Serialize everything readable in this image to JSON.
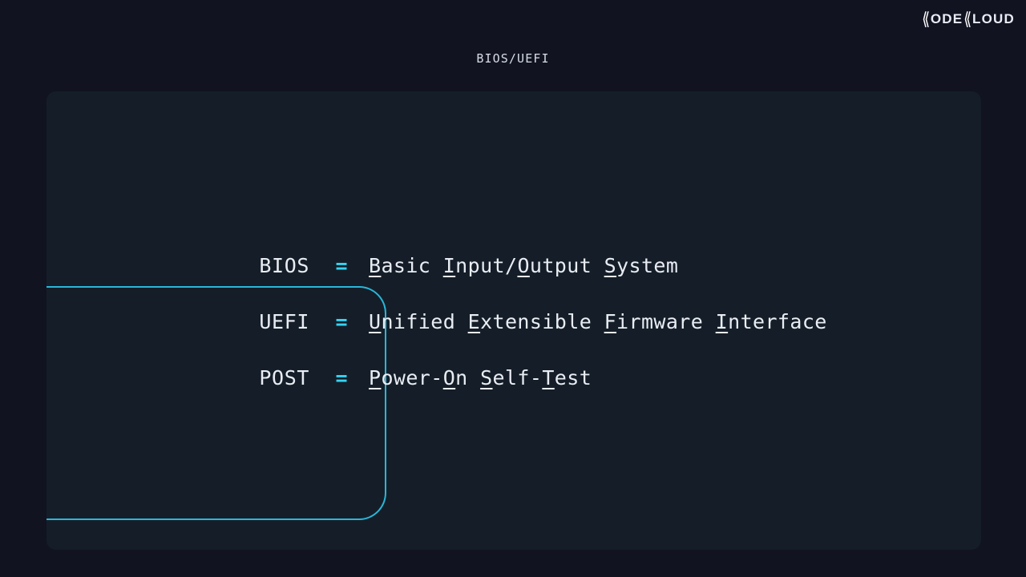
{
  "brand": {
    "name": "KODEKLOUD",
    "parts": [
      "K",
      "ODE",
      "K",
      "LOUD"
    ]
  },
  "slide": {
    "title": "BIOS/UEFI",
    "equals_symbol": "=",
    "accent_color": "#29b6d8",
    "equals_color": "#35d3f2",
    "panel_color": "#151e28",
    "background_color": "#111320",
    "text_color": "#e9edf3"
  },
  "acronyms": [
    {
      "label": "BIOS",
      "expansion": "Basic Input/Output System",
      "words": [
        {
          "initial": "B",
          "rest": "asic"
        },
        {
          "initial": "I",
          "rest": "nput/"
        },
        {
          "initial": "O",
          "rest": "utput"
        },
        {
          "initial": "S",
          "rest": "ystem"
        }
      ]
    },
    {
      "label": "UEFI",
      "expansion": "Unified Extensible Firmware Interface",
      "words": [
        {
          "initial": "U",
          "rest": "nified"
        },
        {
          "initial": "E",
          "rest": "xtensible"
        },
        {
          "initial": "F",
          "rest": "irmware"
        },
        {
          "initial": "I",
          "rest": "nterface"
        }
      ]
    },
    {
      "label": "POST",
      "expansion": "Power-On Self-Test",
      "words": [
        {
          "initial": "P",
          "rest": "ower-"
        },
        {
          "initial": "O",
          "rest": "n"
        },
        {
          "initial": "S",
          "rest": "elf-"
        },
        {
          "initial": "T",
          "rest": "est"
        }
      ]
    }
  ]
}
